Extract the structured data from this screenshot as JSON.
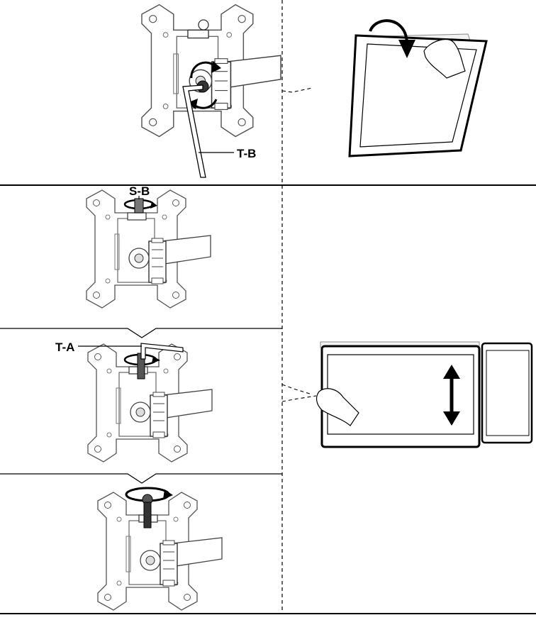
{
  "labels": {
    "tb": "T-B",
    "sb": "S-B",
    "ta": "T-A"
  },
  "icons": {
    "rotate": "rotate-arrow-icon",
    "tilt": "tilt-arrow-icon",
    "vertical": "double-arrow-icon",
    "hand": "hand-icon"
  },
  "colors": {
    "line": "#000000",
    "light_line": "#8a8a8a",
    "fill": "#ffffff",
    "shade": "#d9d9d9",
    "dark": "#1a1a1a"
  }
}
